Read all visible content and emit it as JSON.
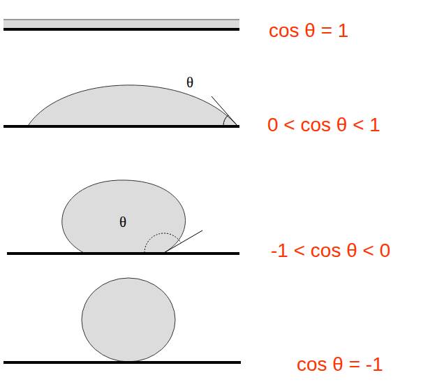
{
  "diagram": {
    "labels": [
      "cos θ = 1",
      "θ",
      "0 < cos θ < 1",
      "θ",
      "-1 < cos θ < 0",
      "cos θ = -1"
    ]
  }
}
